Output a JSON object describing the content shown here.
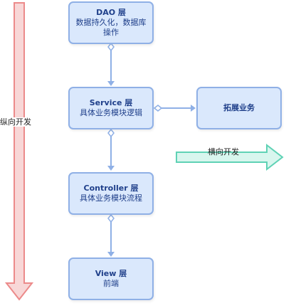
{
  "layers": [
    {
      "id": "dao",
      "title": "DAO 层",
      "desc": "数据持久化，数据库操作"
    },
    {
      "id": "service",
      "title": "Service 层",
      "desc": "具体业务模块逻辑"
    },
    {
      "id": "controller",
      "title": "Controller 层",
      "desc": "具体业务模块流程"
    },
    {
      "id": "view",
      "title": "View 层",
      "desc": "前端"
    }
  ],
  "extension": {
    "title": "拓展业务"
  },
  "labels": {
    "vertical": "纵向开发",
    "horizontal": "横向开发"
  },
  "colors": {
    "node_fill": "#dae8fc",
    "node_border": "#8fb0e6",
    "connector": "#8fb0e6",
    "vertical_arrow_fill": "#f8d7d7",
    "vertical_arrow_stroke": "#ec8a8a",
    "horizontal_arrow_fill": "#d8f6ee",
    "horizontal_arrow_stroke": "#5fd2b5"
  }
}
